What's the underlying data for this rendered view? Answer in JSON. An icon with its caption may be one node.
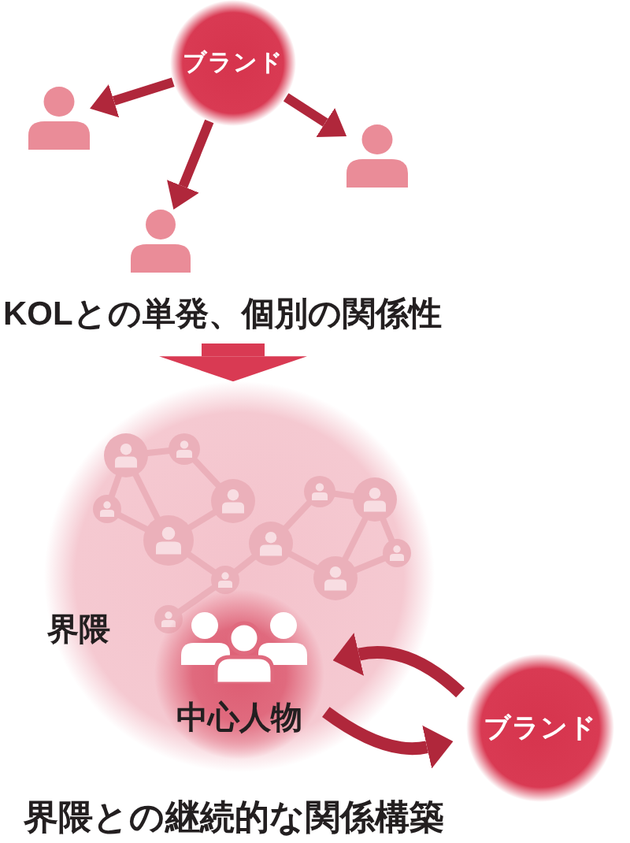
{
  "diagram": {
    "nodes": [
      {
        "text": [
          "ブランド"
        ]
      },
      {
        "text": [],
        "shape": "person"
      },
      {
        "text": [],
        "shape": "person"
      },
      {
        "text": [],
        "shape": "person"
      },
      {
        "text": [
          "KOLとの単発、個別の関係性"
        ]
      },
      {
        "text": [
          "界隈"
        ]
      },
      {
        "text": [
          "中心人物"
        ],
        "in": 5
      },
      {
        "text": [
          "ブランド"
        ]
      }
    ],
    "edges": [
      {
        "from": 0,
        "to": 1,
        "arrow": "to"
      },
      {
        "from": 0,
        "to": 2,
        "arrow": "to"
      },
      {
        "from": 0,
        "to": 3,
        "arrow": "to"
      },
      {
        "from": 4,
        "to": 5,
        "arrow": "to",
        "style": "thick",
        "color": "#d93a53"
      },
      {
        "from": 7,
        "to": 6,
        "arrow": "to"
      },
      {
        "from": 6,
        "to": 7,
        "arrow": "to"
      }
    ],
    "labels": [
      "界隈との継続的な関係構築"
    ]
  }
}
